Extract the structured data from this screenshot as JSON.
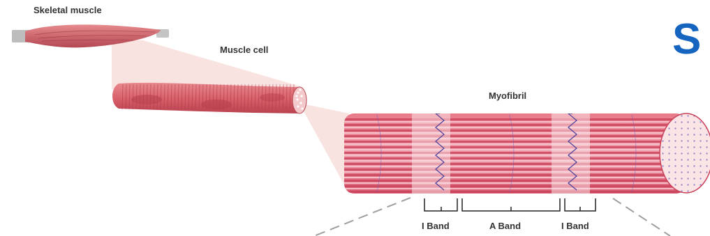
{
  "labels": {
    "skeletal_muscle": "Skeletal muscle",
    "muscle_cell": "Muscle cell",
    "myofibril": "Myofibril",
    "i_band_left": "I Band",
    "a_band": "A Band",
    "i_band_right": "I Band"
  },
  "title_fragment": "S",
  "colors": {
    "muscle_red": "#d9616b",
    "muscle_dark": "#b9424f",
    "zoom_pink": "#f7d9d6",
    "filament_dark": "#c9405a",
    "filament_light": "#f7c6d0",
    "z_line": "#4a3f9a",
    "title_blue": "#1565c0"
  },
  "icons": [
    "skeletal-muscle-illustration",
    "muscle-cell-illustration",
    "myofibril-illustration"
  ]
}
